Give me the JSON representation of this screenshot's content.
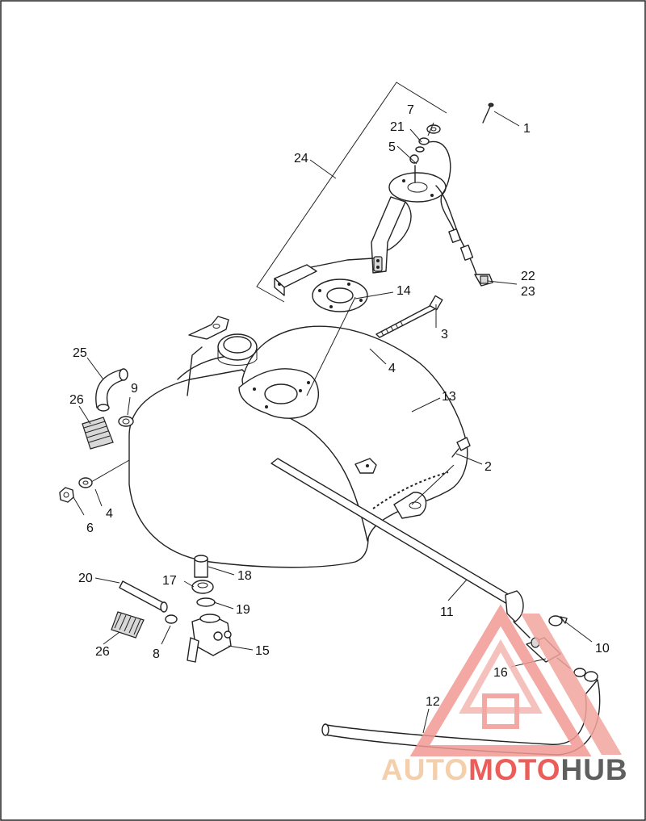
{
  "diagram": {
    "callouts": [
      {
        "id": "c1",
        "label": "1"
      },
      {
        "id": "c2",
        "label": "2"
      },
      {
        "id": "c3",
        "label": "3"
      },
      {
        "id": "c4a",
        "label": "4"
      },
      {
        "id": "c4b",
        "label": "4"
      },
      {
        "id": "c5",
        "label": "5"
      },
      {
        "id": "c6",
        "label": "6"
      },
      {
        "id": "c7",
        "label": "7"
      },
      {
        "id": "c8",
        "label": "8"
      },
      {
        "id": "c9",
        "label": "9"
      },
      {
        "id": "c10",
        "label": "10"
      },
      {
        "id": "c11",
        "label": "11"
      },
      {
        "id": "c12",
        "label": "12"
      },
      {
        "id": "c13",
        "label": "13"
      },
      {
        "id": "c14",
        "label": "14"
      },
      {
        "id": "c15",
        "label": "15"
      },
      {
        "id": "c16",
        "label": "16"
      },
      {
        "id": "c17",
        "label": "17"
      },
      {
        "id": "c18",
        "label": "18"
      },
      {
        "id": "c19",
        "label": "19"
      },
      {
        "id": "c20",
        "label": "20"
      },
      {
        "id": "c21",
        "label": "21"
      },
      {
        "id": "c22",
        "label": "22"
      },
      {
        "id": "c23",
        "label": "23"
      },
      {
        "id": "c24",
        "label": "24"
      },
      {
        "id": "c25",
        "label": "25"
      },
      {
        "id": "c26a",
        "label": "26"
      },
      {
        "id": "c26b",
        "label": "26"
      }
    ]
  },
  "watermark": {
    "part1": "AUTO",
    "part2": "MOTO",
    "part3": "HUB",
    "color_primary": "#e8413c",
    "color_secondary": "#f2c79e",
    "color_dark": "#444444"
  }
}
